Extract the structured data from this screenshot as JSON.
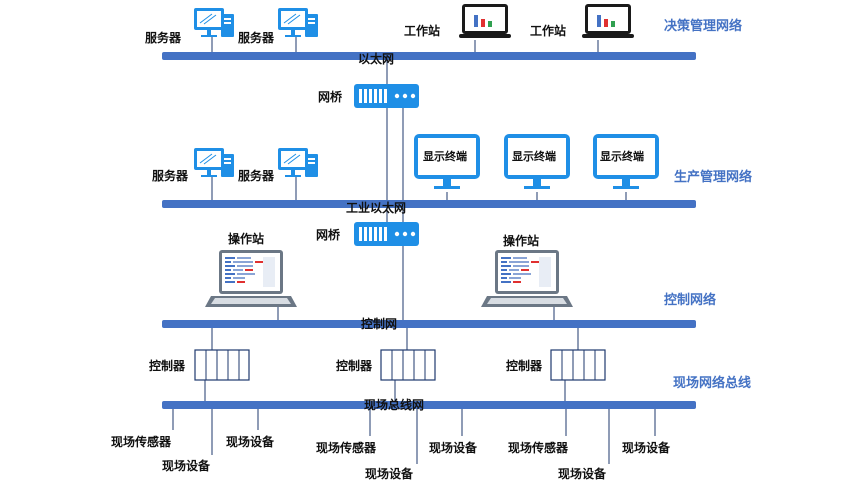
{
  "layers": {
    "decision": "决策管理网络",
    "production": "生产管理网络",
    "control": "控制网络",
    "field": "现场网络总线"
  },
  "buses": {
    "ethernet": "以太网",
    "industrial_ethernet": "工业以太网",
    "control_net": "控制网",
    "fieldbus": "现场总线网"
  },
  "labels": {
    "server": "服务器",
    "workstation": "工作站",
    "bridge": "网桥",
    "display_terminal": "显示终端",
    "operator_station": "操作站",
    "controller": "控制器",
    "field_sensor": "现场传感器",
    "field_device": "现场设备"
  },
  "colors": {
    "bus": "#4472c4",
    "device": "#1f8fe6",
    "layer_text": "#4472c4"
  }
}
